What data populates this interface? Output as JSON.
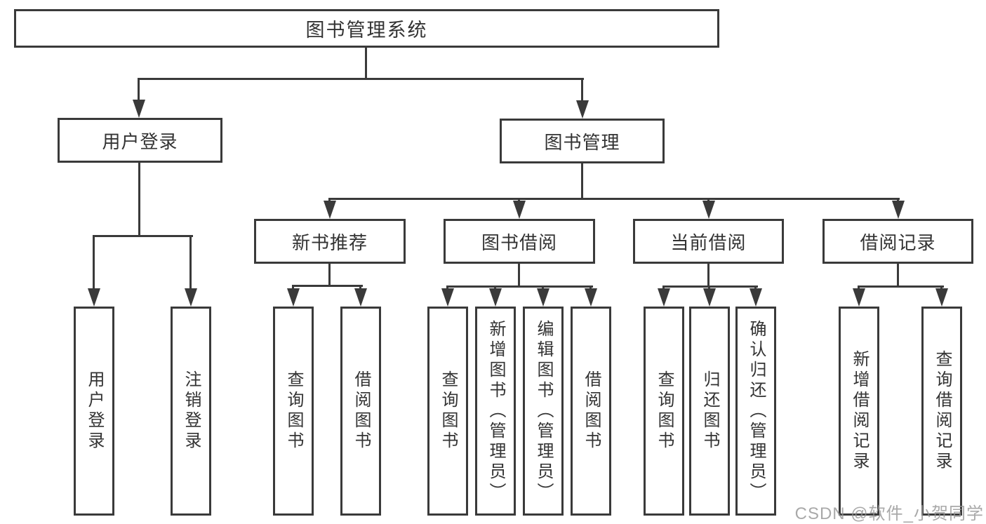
{
  "diagram": {
    "root": {
      "label": "图书管理系统"
    },
    "level2": {
      "user_login": {
        "label": "用户登录"
      },
      "book_mgmt": {
        "label": "图书管理"
      }
    },
    "level3": {
      "new_book_recommend": {
        "label": "新书推荐"
      },
      "book_borrow": {
        "label": "图书借阅"
      },
      "current_borrow": {
        "label": "当前借阅"
      },
      "borrow_records": {
        "label": "借阅记录"
      }
    },
    "leaves": {
      "login": [
        "用户登录",
        "注销登录"
      ],
      "recommend": [
        "查询图书",
        "借阅图书"
      ],
      "borrow": [
        "查询图书",
        "新增图书（管理员）",
        "编辑图书（管理员）",
        "借阅图书"
      ],
      "current": [
        "查询图书",
        "归还图书",
        "确认归还（管理员）"
      ],
      "records": [
        "新增借阅记录",
        "查询借阅记录"
      ]
    },
    "watermark": "CSDN @软件_小贺同学",
    "colors": {
      "line": "#3a3a3a",
      "text": "#333333",
      "background": "#ffffff",
      "watermark_gray": "#949494"
    }
  }
}
